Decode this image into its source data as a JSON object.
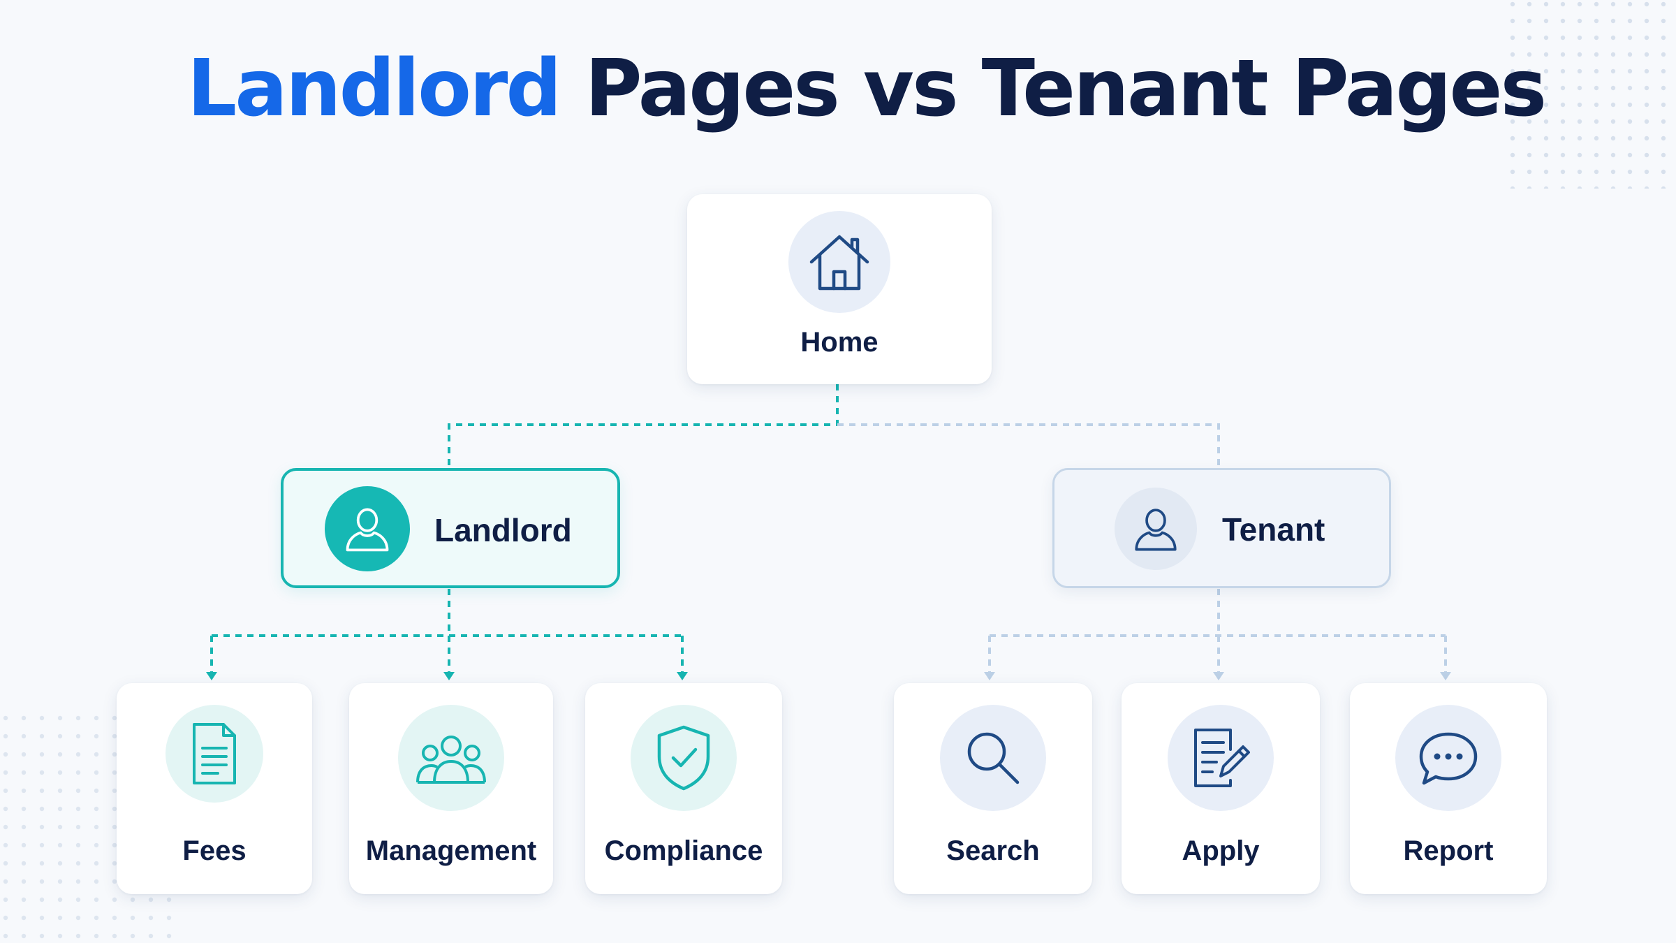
{
  "title": {
    "accent": "Landlord",
    "rest": "Pages vs Tenant Pages"
  },
  "root": {
    "label": "Home",
    "icon": "house-icon"
  },
  "groups": [
    {
      "label": "Landlord",
      "icon": "user-icon",
      "accent": "#17b5b1",
      "children": [
        {
          "label": "Fees",
          "icon": "document-icon"
        },
        {
          "label": "Management",
          "icon": "team-icon"
        },
        {
          "label": "Compliance",
          "icon": "shield-check-icon"
        }
      ]
    },
    {
      "label": "Tenant",
      "icon": "user-icon",
      "accent": "#bcd0e6",
      "children": [
        {
          "label": "Search",
          "icon": "search-icon"
        },
        {
          "label": "Apply",
          "icon": "edit-document-icon"
        },
        {
          "label": "Report",
          "icon": "chat-icon"
        }
      ]
    }
  ],
  "colors": {
    "title_dark": "#0f1e45",
    "title_accent": "#1568e8",
    "teal": "#17b5b1",
    "navy": "#1f4a85"
  }
}
